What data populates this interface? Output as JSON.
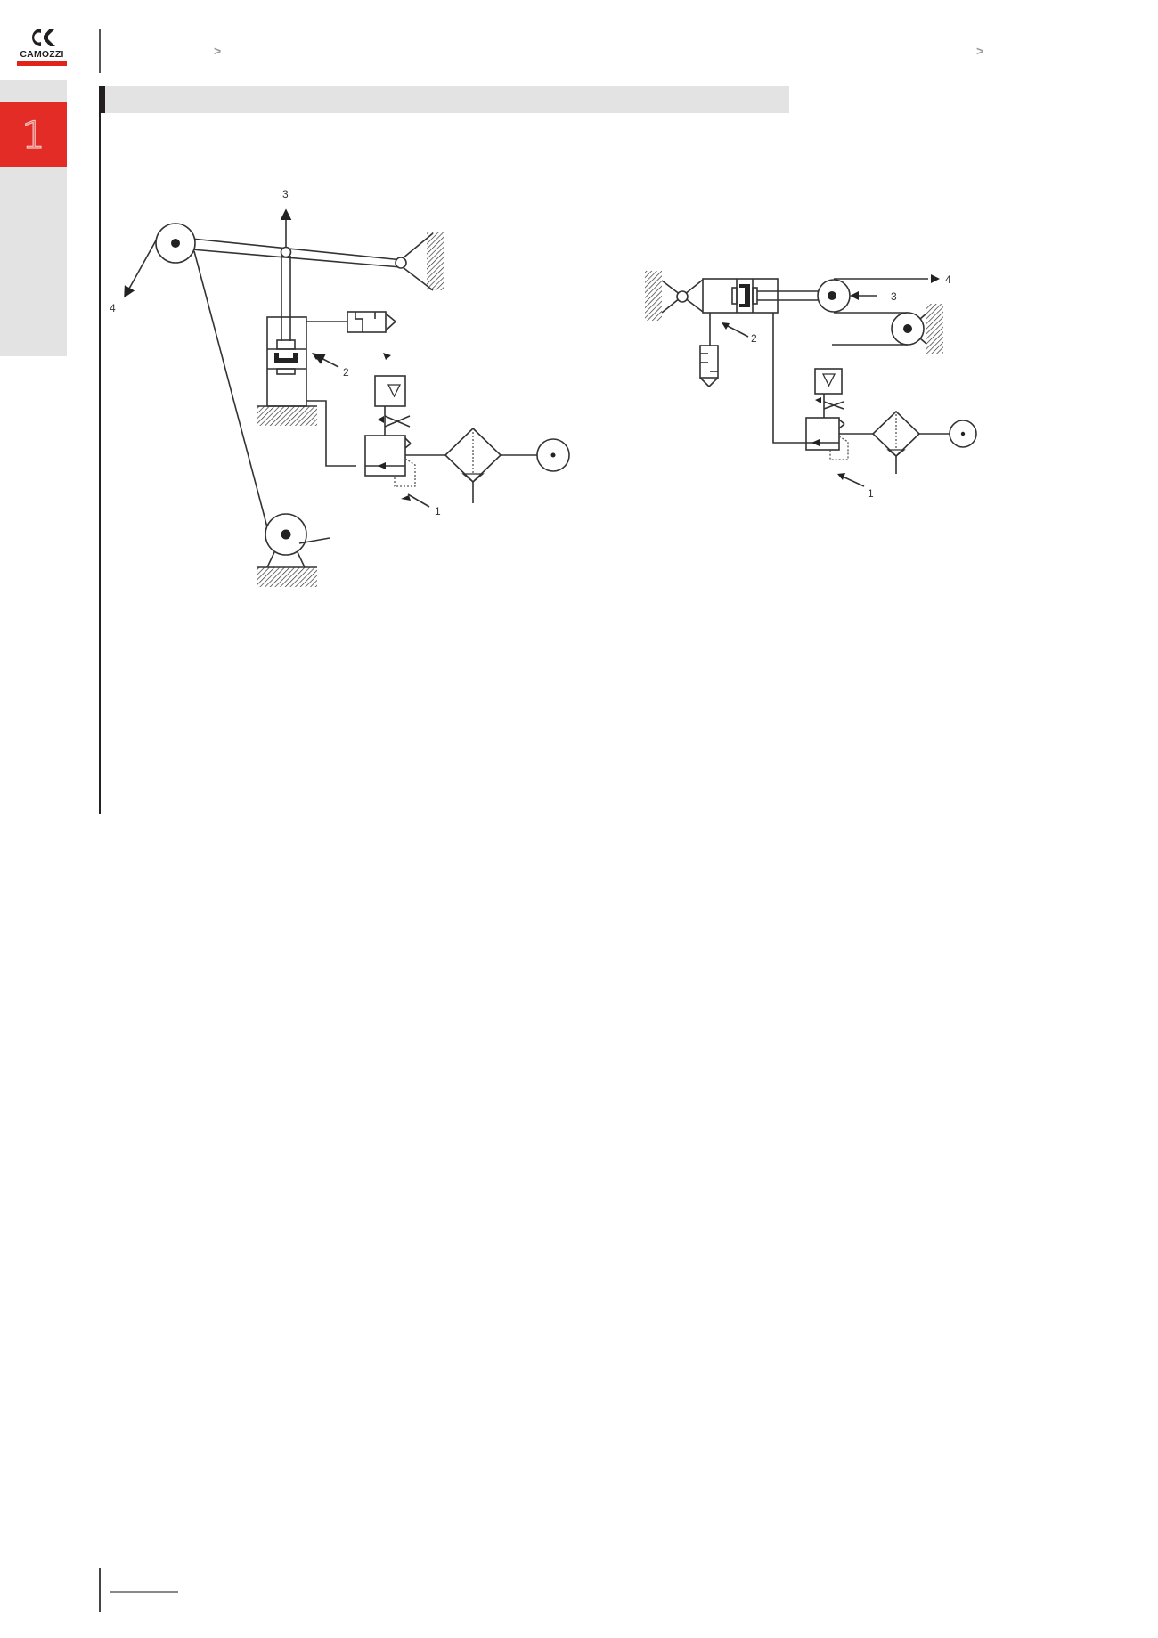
{
  "brand": {
    "name": "CAMOZZI",
    "accent_color": "#e42c27",
    "dark_color": "#231f20"
  },
  "header": {
    "breadcrumb_left": "",
    "breadcrumb_left_arrow": ">",
    "breadcrumb_right": "",
    "breadcrumb_right_arrow": ">"
  },
  "side_tabs": {
    "active_label": "1",
    "active_color": "#e42c27",
    "inactive_color": "#e3e3e3"
  },
  "section": {
    "title": ""
  },
  "diagrams": [
    {
      "id": "left",
      "description": "Pneumatic tensioner: vertical cylinder lifting a pivoted arm with a guide pulley, web unwinding from a motorised reel",
      "labels": {
        "valve": "1",
        "cylinder": "2",
        "force_direction": "3",
        "web_direction": "4"
      }
    },
    {
      "id": "right",
      "description": "Pneumatic tensioner: horizontal pivoted cylinder pushing a dancer pulley, web passing over a fixed pulley",
      "labels": {
        "valve": "1",
        "cylinder": "2",
        "force_direction": "3",
        "web_direction": "4"
      }
    }
  ],
  "footer": {
    "page_number": ""
  }
}
